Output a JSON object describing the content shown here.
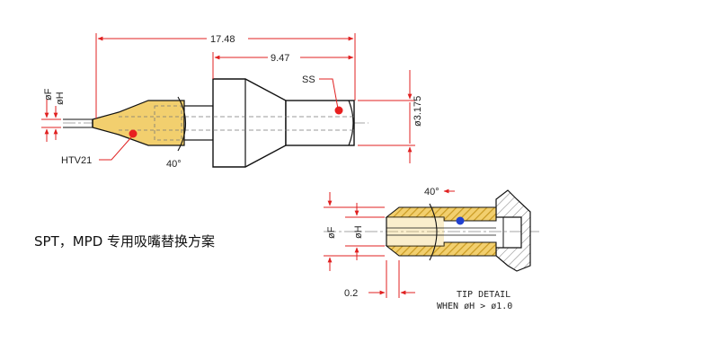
{
  "caption": "SPT，MPD 专用吸嘴替换方案",
  "colors": {
    "outline": "#111111",
    "dimension": "#e02020",
    "brass_fill": "#f2cf6e",
    "hatch": "#c99a22",
    "marker_red": "#e82020",
    "marker_blue": "#2040d0",
    "hidden_line": "#777777"
  },
  "main_view": {
    "overall_length": "17.48",
    "partial_length": "9.47",
    "shank_diameter": "ø3.175",
    "phi_f_label": "øF",
    "phi_h_label": "øH",
    "angle": "40°",
    "callout_ss": "SS",
    "callout_htv": "HTV21"
  },
  "detail_view": {
    "angle": "40°",
    "phi_f_label": "øF",
    "phi_h_label": "øH",
    "offset": "0.2",
    "title": "TIP DETAIL",
    "note": "WHEN øH > ø1.0"
  }
}
